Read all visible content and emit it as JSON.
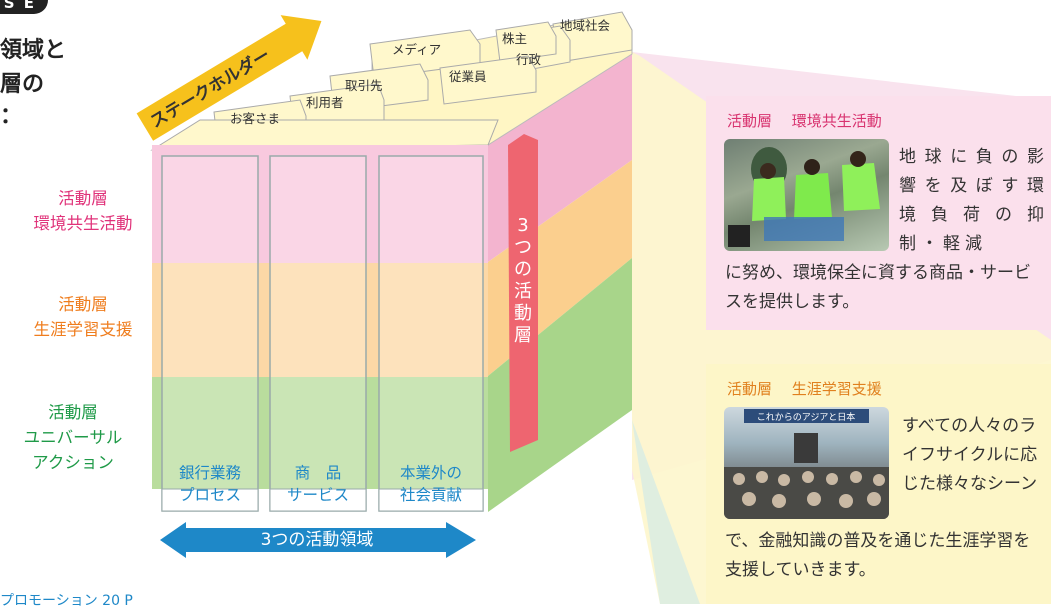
{
  "header": {
    "badge": "S E",
    "title_lines": [
      "領域と",
      "層の",
      "："
    ]
  },
  "left_labels": [
    {
      "line1": "活動層",
      "line2": "環境共生活動",
      "color": "#e0337a"
    },
    {
      "line1": "活動層",
      "line2": "生涯学習支援",
      "color": "#ef7d1e"
    },
    {
      "line1": "活動層",
      "line2": "ユニバーサル",
      "line3": "アクション",
      "color": "#1f9a48"
    }
  ],
  "stakeholders": {
    "arrow_label": "ステークホルダー",
    "tabs": [
      "お客さま",
      "利用者",
      "取引先",
      "従業員",
      "メディア",
      "株主",
      "行政",
      "地域社会"
    ]
  },
  "columns": [
    {
      "line1": "銀行業務",
      "line2": "プロセス"
    },
    {
      "line1": "商　品",
      "line2": "サービス"
    },
    {
      "line1": "本業外の",
      "line2": "社会貢献"
    }
  ],
  "bottom_arrow": "3つの活動領域",
  "side_label": [
    "3",
    "つ",
    "の",
    "活",
    "動",
    "層"
  ],
  "panels": [
    {
      "title": "活動層　 環境共生活動",
      "side_text": "地球に負の影響を及ぼす環境負荷の抑制・軽減",
      "bottom_text": "に努め、環境保全に資する商品・サービスを提供します。",
      "photo_icon": "volunteers-cleanup-photo",
      "bg": "#fbe0ec"
    },
    {
      "title": "活動層　 生涯学習支援",
      "side_text": "すべての人々のライフサイクルに応じた様々なシーン",
      "bottom_text": "で、金融知識の普及を通じた生涯学習を支援していきます。",
      "photo_icon": "seminar-audience-photo",
      "photo_banner": "これからのアジアと日本",
      "bg": "#fdf6c8"
    }
  ],
  "footer_note": "プロモーション 20 P",
  "colors": {
    "pink": "#f6bfd8",
    "orange": "#fbd49a",
    "green": "#b9dd9d",
    "blue": "#1e88c8",
    "red_band": "#ee6570",
    "tab_yellow": "#fff8c8"
  }
}
